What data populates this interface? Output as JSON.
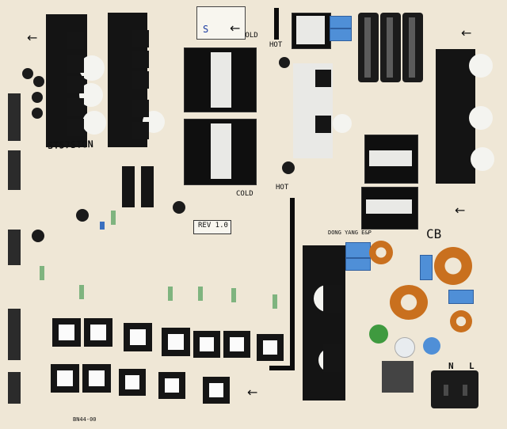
{
  "labels": {
    "cold_top": "COLD",
    "hot_top": "HOT",
    "cold_mid": "COLD",
    "hot_mid": "HOT",
    "part_no": "ST57STON",
    "rev": "REV 1.0",
    "cb": "CB",
    "neutral": "N",
    "line": "L",
    "handwritten": "S",
    "maker": "DONG YANG E&P",
    "board_id": "BN44-00"
  },
  "colors": {
    "board": "#efe7d6",
    "heatsink": "#141414",
    "copper": "#c9701e",
    "blue_cap": "#4f8fd7"
  },
  "icons": {
    "arrow": "left-arrow-icon",
    "power_socket": "ac-inlet-icon"
  }
}
